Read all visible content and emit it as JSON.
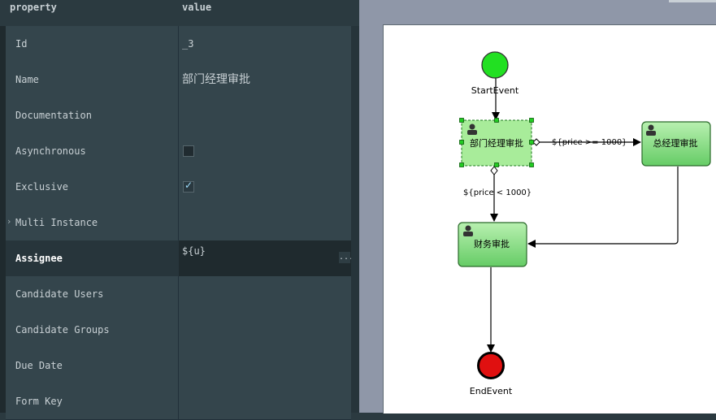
{
  "header": {
    "property_col": "property",
    "value_col": "value"
  },
  "properties": [
    {
      "name": "Id",
      "value": "_3"
    },
    {
      "name": "Name",
      "value": "部门经理审批"
    },
    {
      "name": "Documentation",
      "value": ""
    },
    {
      "name": "Asynchronous",
      "value": ""
    },
    {
      "name": "Exclusive",
      "value": ""
    },
    {
      "name": "Multi Instance",
      "value": ""
    },
    {
      "name": "Assignee",
      "value": "${u}"
    },
    {
      "name": "Candidate Users",
      "value": ""
    },
    {
      "name": "Candidate Groups",
      "value": ""
    },
    {
      "name": "Due Date",
      "value": ""
    },
    {
      "name": "Form Key",
      "value": ""
    }
  ],
  "assignee_ellipsis": "...",
  "diagram": {
    "start_label": "StartEvent",
    "end_label": "EndEvent",
    "task_dept": "部门经理审批",
    "task_gm": "总经理审批",
    "task_finance": "财务审批",
    "cond_high": "${price >= 1000}",
    "cond_low": "${price < 1000}"
  },
  "colors": {
    "start": "#22e022",
    "end": "#e01010",
    "task": "#8fe08f",
    "selected_task": "#a8ec9a"
  }
}
